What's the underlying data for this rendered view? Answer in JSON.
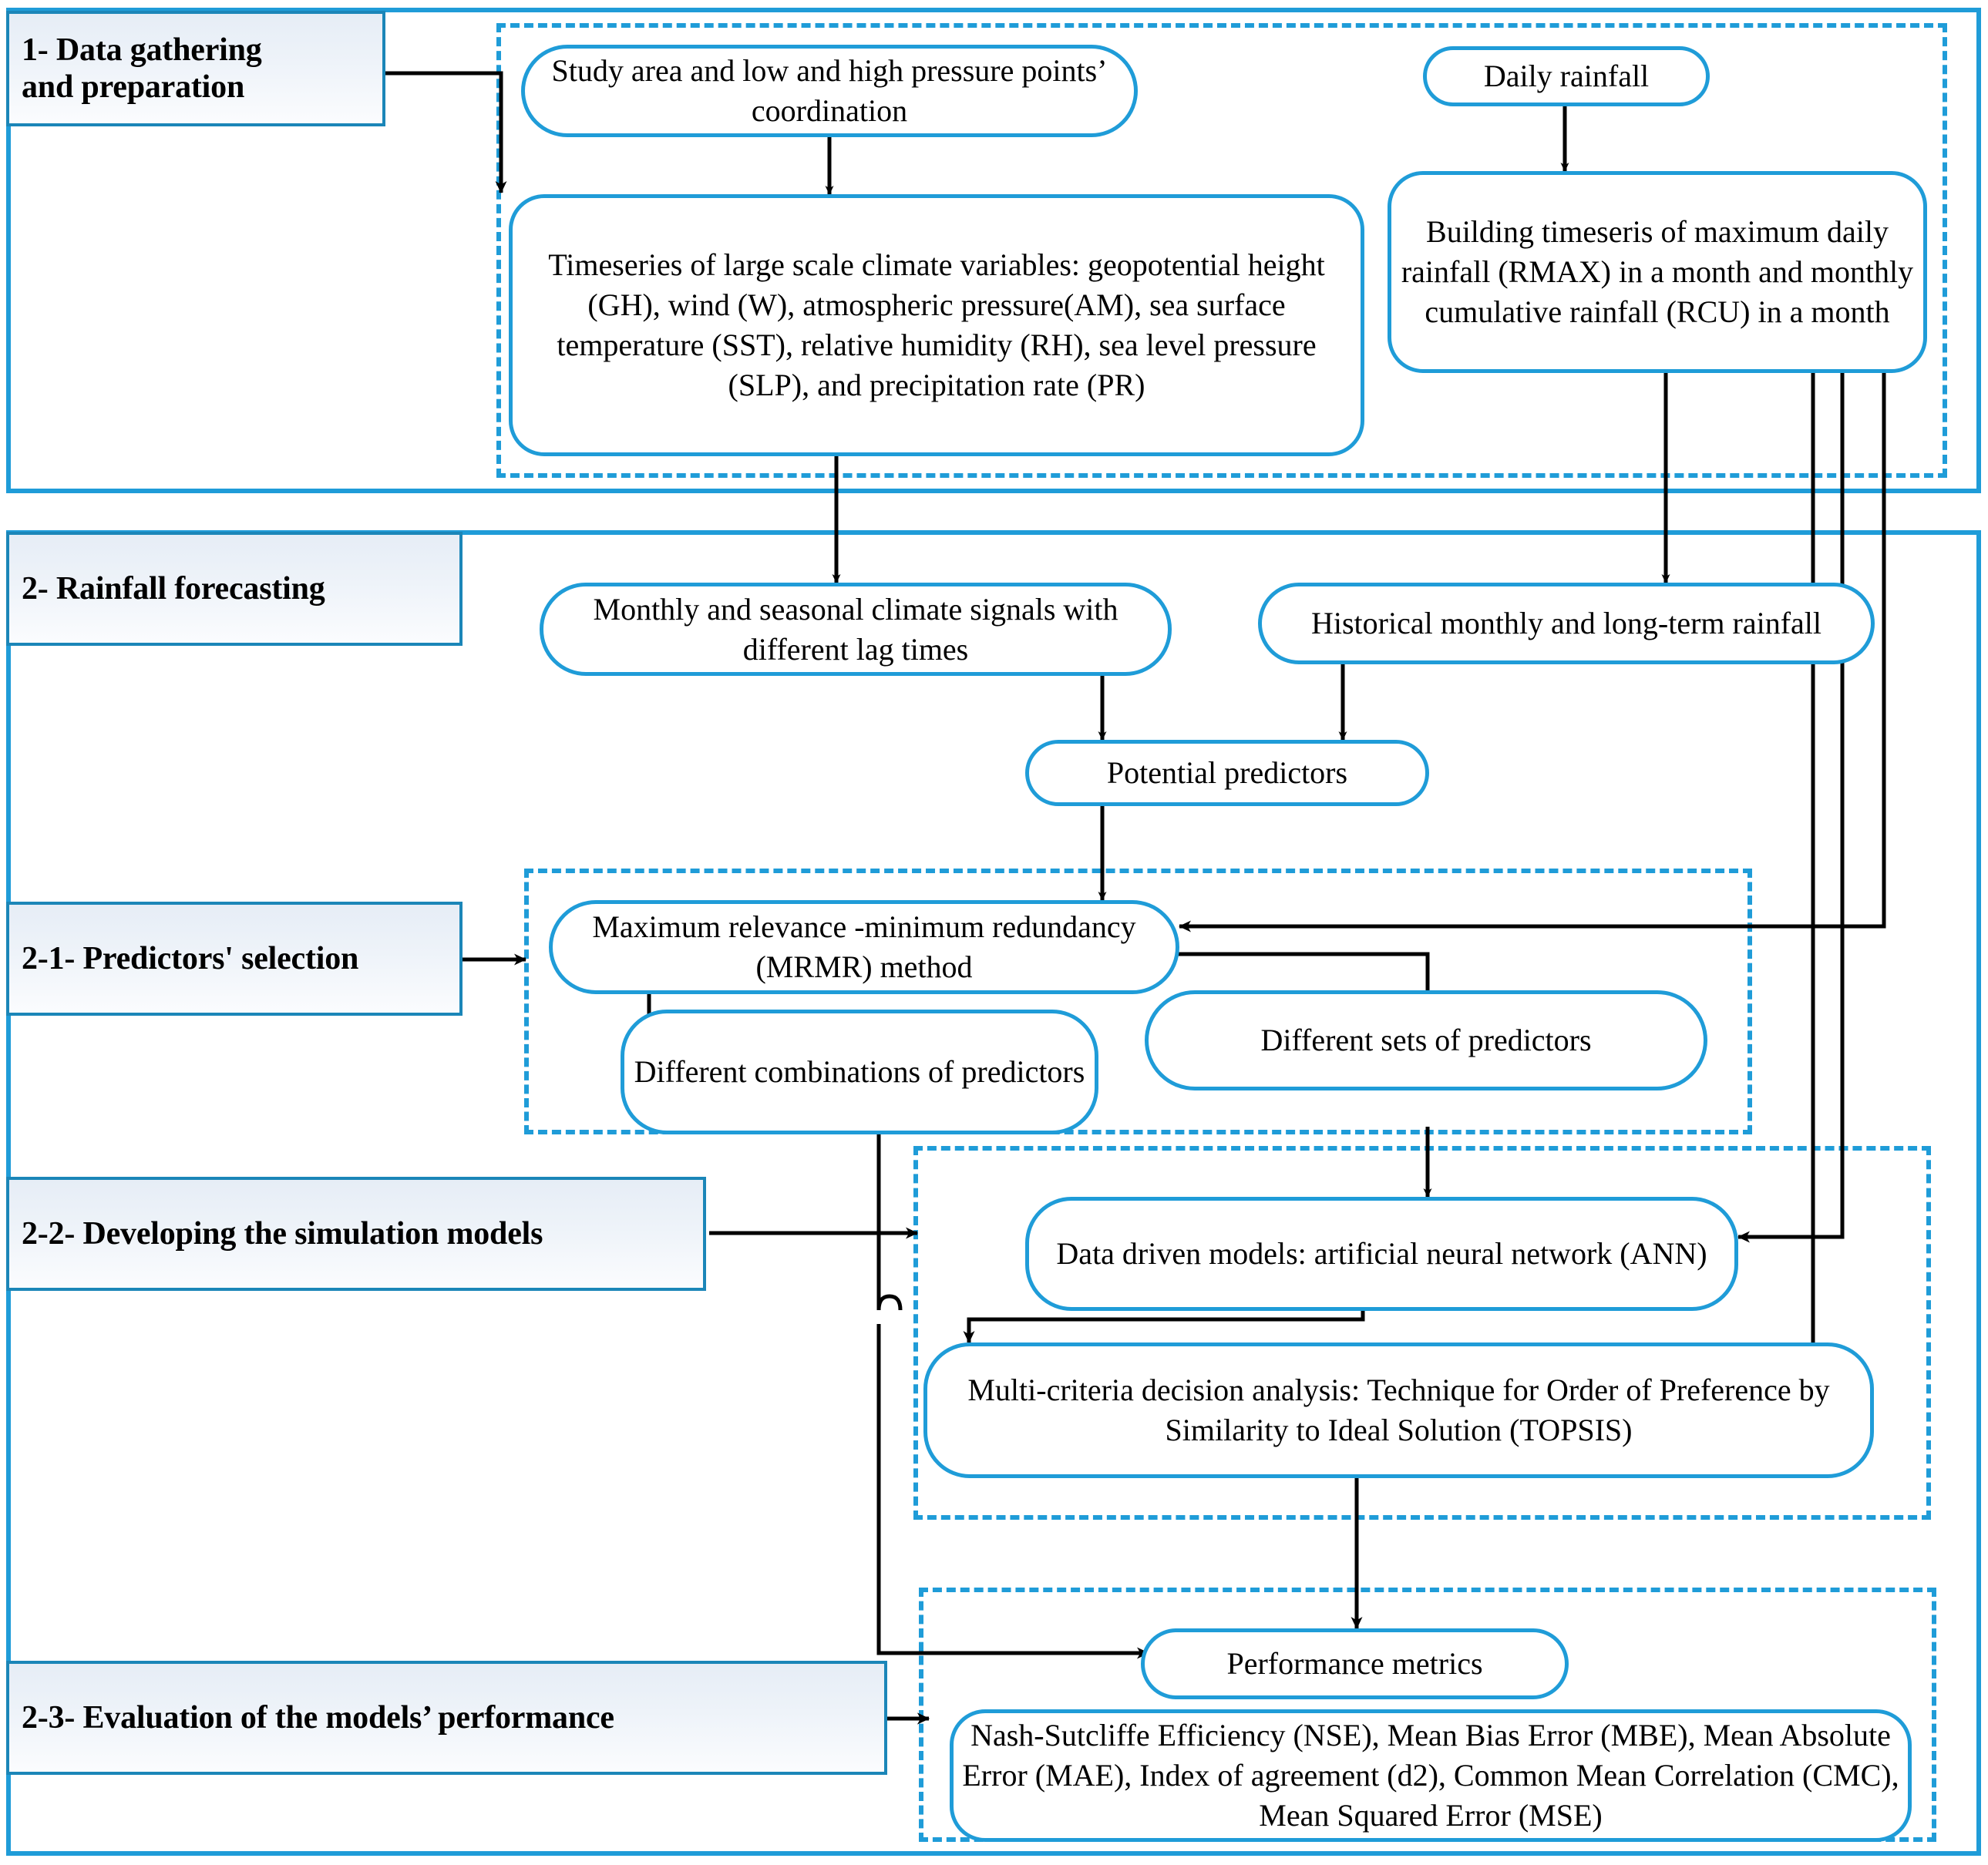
{
  "figure": {
    "type": "flowchart",
    "title": "Rainfall forecasting methodology flowchart",
    "accent_color": "#1f9cd8",
    "label_border_color": "#1b86b8",
    "arrow_color": "#000000"
  },
  "stages": [
    {
      "id": "stage1",
      "label": "1- Data gathering\nand preparation"
    },
    {
      "id": "stage2",
      "label": "2- Rainfall forecasting"
    },
    {
      "id": "stage21",
      "label": "2-1- Predictors' selection"
    },
    {
      "id": "stage22",
      "label": "2-2- Developing the simulation models"
    },
    {
      "id": "stage23",
      "label": "2-3- Evaluation of the models’ performance"
    }
  ],
  "nodes": {
    "study_area": "Study area and low and high pressure points’ coordination",
    "timeseries": "Timeseries of large scale climate variables: geopotential height (GH), wind (W), atmospheric pressure(AM), sea surface temperature (SST), relative humidity (RH), sea level pressure (SLP), and precipitation rate (PR)",
    "daily_rainfall": "Daily rainfall",
    "building_ts": "Building timeseris of maximum daily rainfall (RMAX) in a month and monthly cumulative rainfall (RCU) in a month",
    "climate_signals": "Monthly and seasonal climate signals with different lag times",
    "historical": "Historical monthly and long-term rainfall",
    "potential": "Potential predictors",
    "mrmr": "Maximum relevance -minimum redundancy (MRMR) method",
    "combinations": "Different combinations of predictors",
    "sets": "Different sets of predictors",
    "ann": "Data driven models: artificial neural network (ANN)",
    "topsis": "Multi-criteria decision analysis: Technique for Order of Preference by Similarity to Ideal Solution (TOPSIS)",
    "perf_metrics": "Performance metrics",
    "metrics_list": "Nash-Sutcliffe Efficiency (NSE), Mean Bias Error (MBE), Mean Absolute Error (MAE), Index of agreement (d2), Common Mean Correlation (CMC), Mean Squared Error (MSE)"
  },
  "groups": {
    "data_group": "data gathering dashed group",
    "selection_group": "predictors selection dashed group",
    "models_group": "simulation models dashed group",
    "evaluation_group": "evaluation dashed group"
  }
}
